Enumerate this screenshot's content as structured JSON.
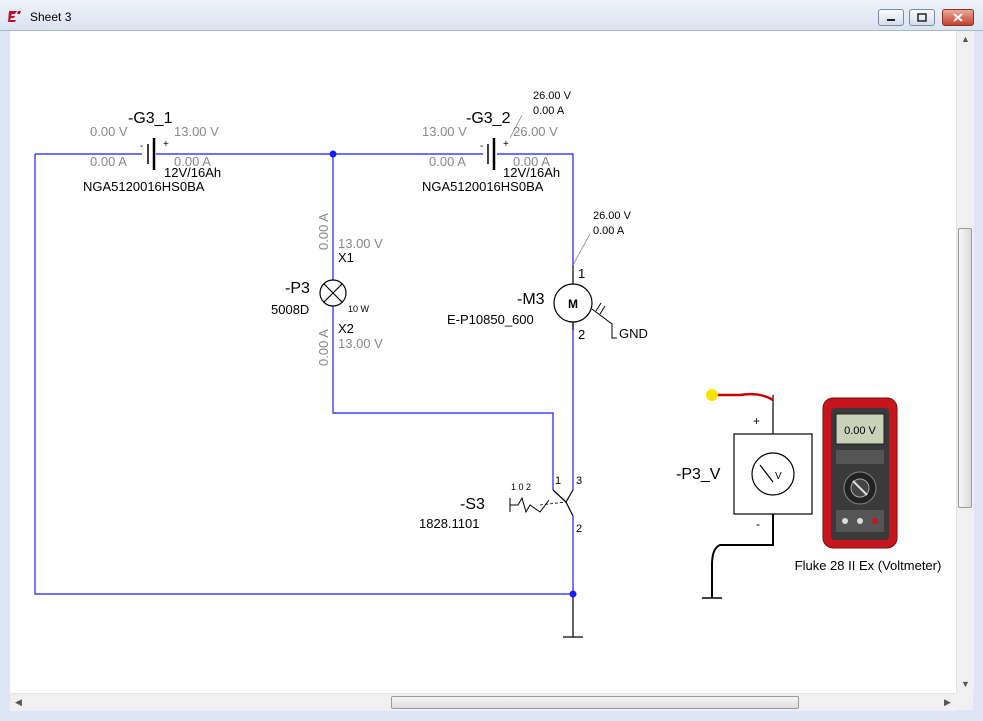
{
  "window": {
    "title": "Sheet 3"
  },
  "components": {
    "g3_1": {
      "name": "-G3_1",
      "v_left": "0.00 V",
      "v_right": "13.00 V",
      "a_left": "0.00 A",
      "a_right": "0.00 A",
      "minus": "-",
      "plus": "+",
      "rating": "12V/16Ah",
      "part": "NGA5120016HS0BA"
    },
    "g3_2": {
      "name": "-G3_2",
      "v_left": "13.00 V",
      "v_right": "26.00 V",
      "a_left": "0.00 A",
      "a_right": "0.00 A",
      "minus": "-",
      "plus": "+",
      "rating": "12V/16Ah",
      "part": "NGA5120016HS0BA",
      "probe_v": "26.00 V",
      "probe_a": "0.00 A"
    },
    "p3": {
      "name": "-P3",
      "part": "5008D",
      "power": "10 W",
      "pin1": "X1",
      "pin2": "X2",
      "a_top": "0.00 A",
      "v_top": "13.00 V",
      "a_bottom": "0.00 A",
      "v_bottom": "13.00 V"
    },
    "m3": {
      "name": "-M3",
      "part": "E-P10850_600",
      "symbol": "M",
      "pin1": "1",
      "pin2": "2",
      "probe_v": "26.00 V",
      "probe_a": "0.00 A",
      "gnd": "GND"
    },
    "s3": {
      "name": "-S3",
      "part": "1828.1101",
      "pos_label": "1 0 2",
      "pin1": "1",
      "pin2": "2",
      "pin3": "3"
    },
    "p3_v": {
      "name": "-P3_V",
      "plus": "+",
      "minus": "-",
      "meter_symbol": "V"
    },
    "multimeter": {
      "display": "0.00 V",
      "caption": "Fluke 28 II Ex (Voltmeter)"
    }
  },
  "colors": {
    "wire": "#1a1aff",
    "wire_black": "#000000",
    "label_gray": "#808080",
    "node": "#1a1aff",
    "probe_red": "#cc0000",
    "probe_tip": "#f5e400",
    "meter_body": "#c4161c"
  }
}
